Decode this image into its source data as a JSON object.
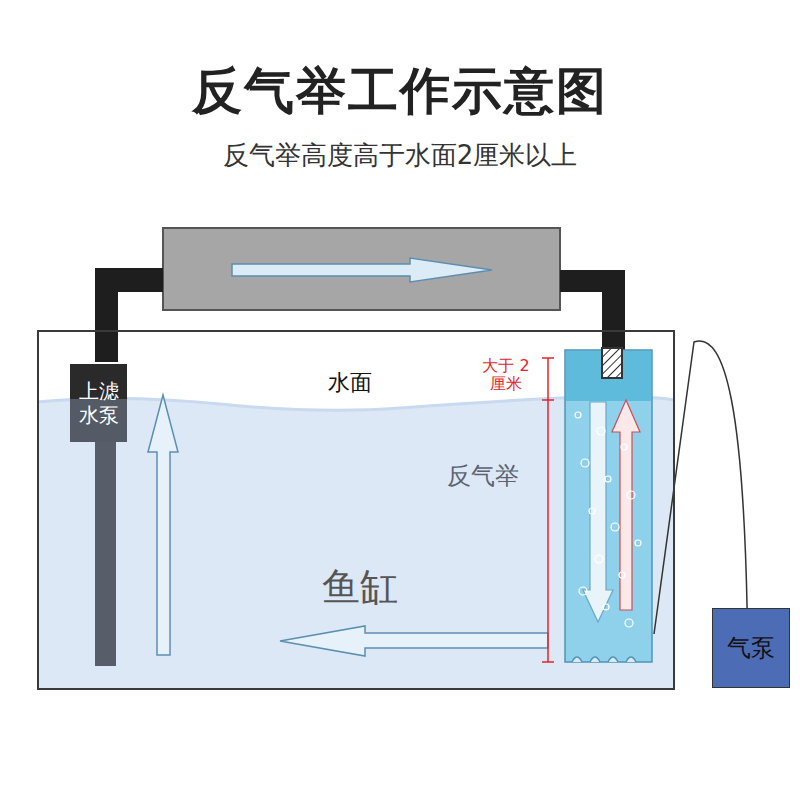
{
  "diagram": {
    "title": "反气举工作示意图",
    "nodes": [
      {
        "text": [
          "鱼缸"
        ]
      },
      {
        "text": [
          "上滤水泵"
        ],
        "in": 0
      },
      {
        "text": [
          "反气举"
        ],
        "in": 0
      },
      {
        "text": [
          "气泵"
        ]
      }
    ],
    "edges": [
      {
        "from": 3,
        "to": 2,
        "arrow": "none"
      }
    ],
    "labels": [
      "反气举高度高于水面2厘米以上",
      "水面",
      "大于 2厘米"
    ]
  }
}
